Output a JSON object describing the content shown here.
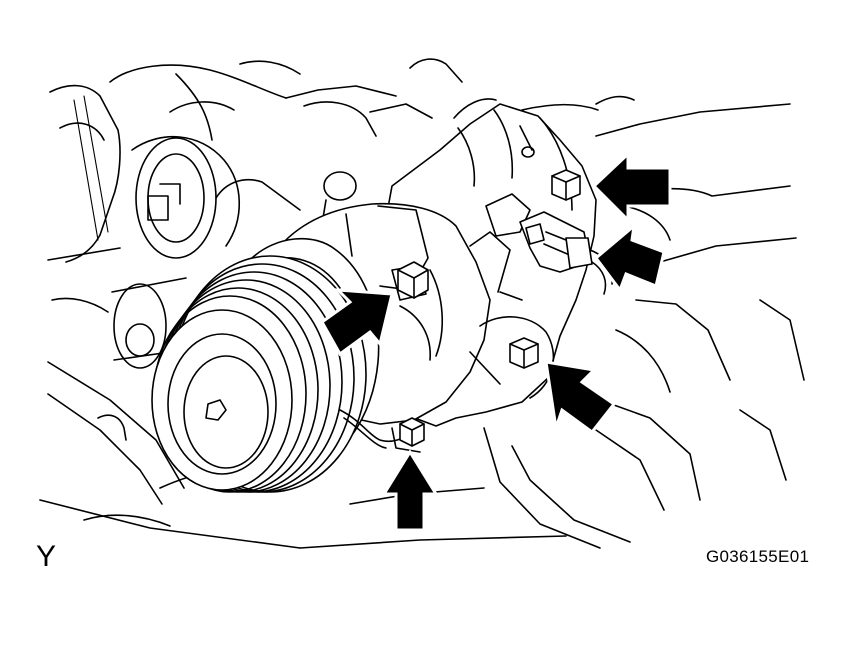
{
  "figure": {
    "view_letter": "Y",
    "figure_code": "G036155E01"
  },
  "arrows": [
    {
      "target": "upper-rear-bolt"
    },
    {
      "target": "connector"
    },
    {
      "target": "front-bolt"
    },
    {
      "target": "lower-rear-bolt"
    },
    {
      "target": "bottom-bolt"
    }
  ]
}
